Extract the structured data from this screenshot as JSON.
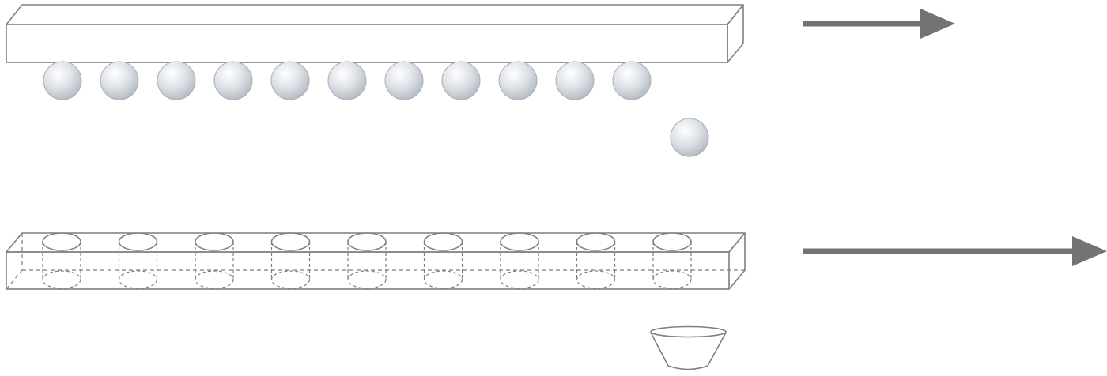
{
  "diagram": {
    "upper_bar": {
      "ball_count": 11,
      "falling_ball_count": 1
    },
    "lower_bar": {
      "hole_count": 9
    },
    "cup_count": 1,
    "arrow_count": 2,
    "colors": {
      "outline": "#7f7f7f",
      "arrow": "#737373",
      "ball_light": "#ffffff",
      "ball_mid": "#dde1e6",
      "ball_dark": "#b5bcc4",
      "ball_edge": "#a9b0b8",
      "face": "#ffffff"
    }
  }
}
